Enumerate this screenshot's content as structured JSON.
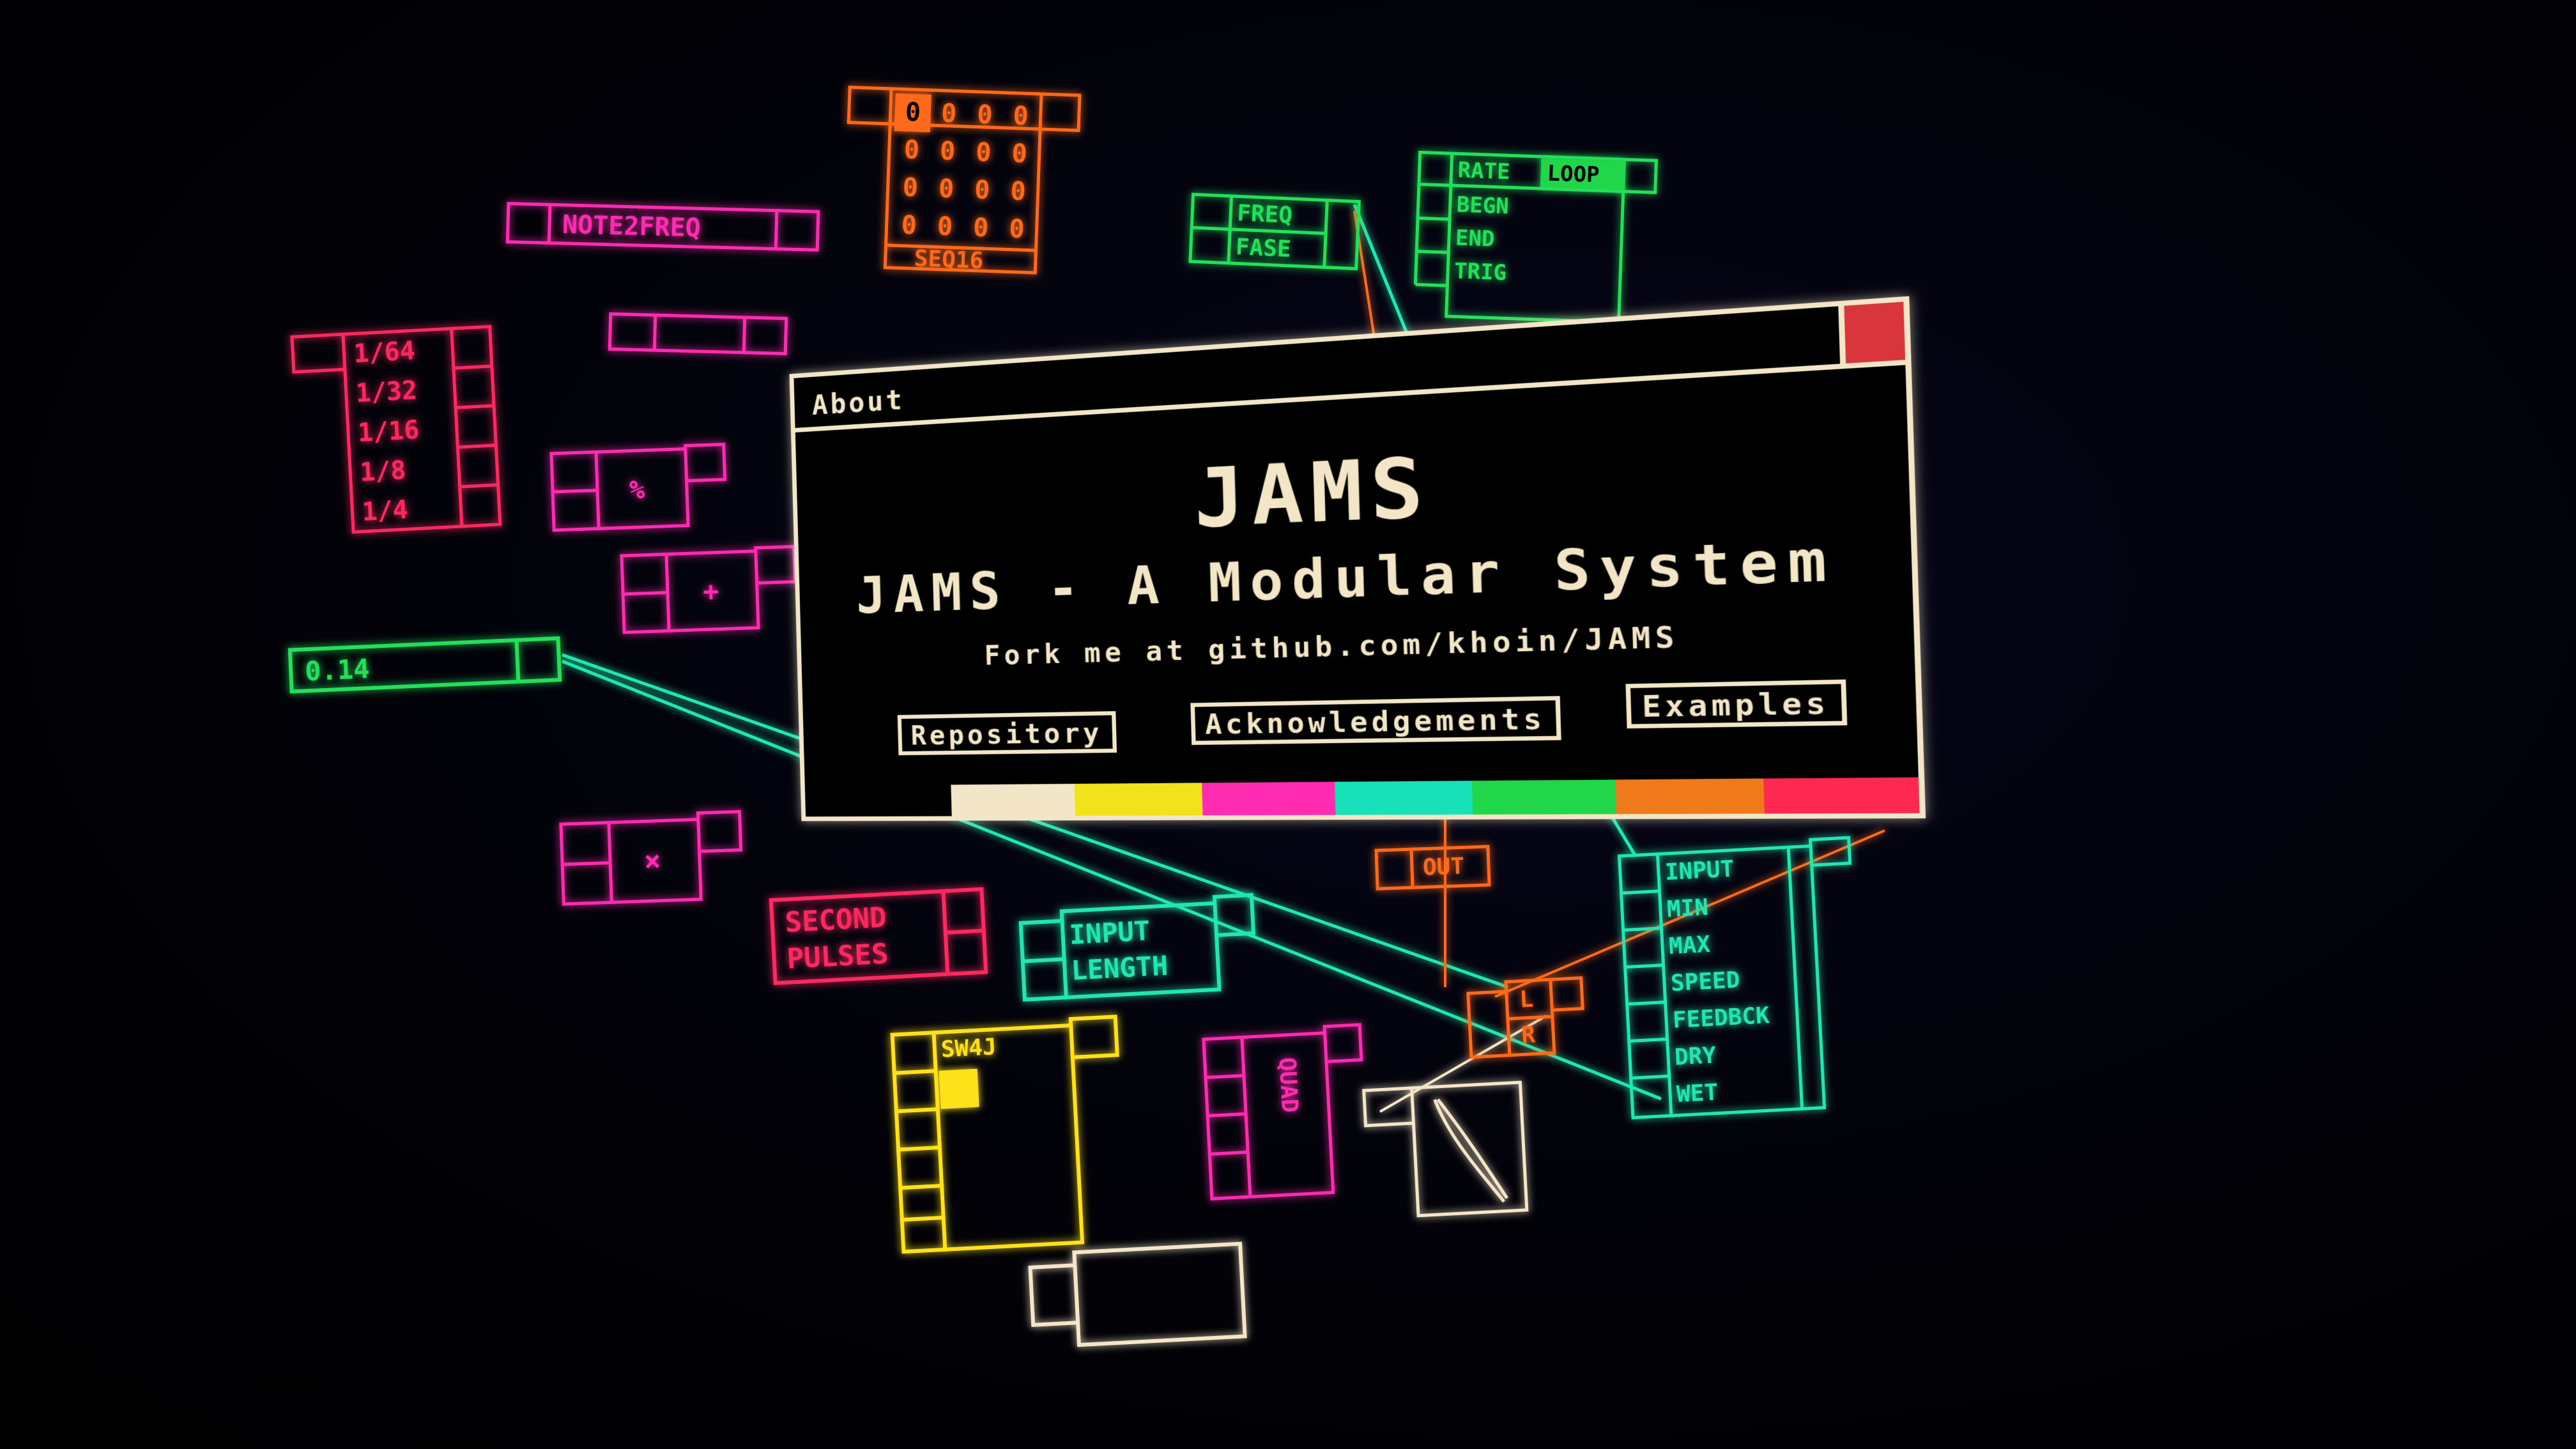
{
  "about_dialog": {
    "title": "About",
    "app_name": "JAMS",
    "subtitle": "JAMS - A Modular System",
    "fork_text": "Fork me at github.com/khoin/JAMS",
    "buttons": [
      "Repository",
      "Acknowledgements",
      "Examples"
    ],
    "stripe_colors": [
      "#f3e6c6",
      "#f2e21c",
      "#ff2bb0",
      "#18e0b8",
      "#22d64a",
      "#f07a1a",
      "#ff2850"
    ]
  },
  "modules": {
    "seq16": {
      "label": "SEQ16",
      "cells": [
        "0",
        "0",
        "0",
        "0",
        "0",
        "0",
        "0",
        "0",
        "0",
        "0",
        "0",
        "0",
        "0",
        "0",
        "0",
        "0"
      ],
      "color": "#ff6a1a"
    },
    "note2freq": {
      "label": "NOTE2FREQ",
      "color": "#ff2bb0"
    },
    "freq_fase": {
      "ports": [
        "FREQ",
        "FASE"
      ],
      "color": "#22e05a"
    },
    "sampler": {
      "ports": [
        "RATE",
        "BEGN",
        "END",
        "TRIG"
      ],
      "toggle": "LOOP",
      "color": "#22e05a"
    },
    "divider": {
      "items": [
        "1/64",
        "1/32",
        "1/16",
        "1/8",
        "1/4"
      ],
      "color": "#ff2860"
    },
    "modulo": {
      "symbol": "%",
      "color": "#ff2bb0"
    },
    "adder": {
      "symbol": "+",
      "color": "#ff2bb0"
    },
    "multiplier": {
      "symbol": "×",
      "color": "#ff2bb0"
    },
    "constant": {
      "value": "0.14",
      "color": "#22e05a"
    },
    "second_pulses": {
      "label_line1": "SECOND",
      "label_line2": "PULSES",
      "color": "#ff2860"
    },
    "input_length": {
      "label_line1": "INPUT",
      "label_line2": "LENGTH",
      "color": "#20e6b0"
    },
    "out": {
      "label": "OUT",
      "color": "#ff6a1a"
    },
    "lr": {
      "left": "L",
      "right": "R",
      "color": "#ff6a1a"
    },
    "delay": {
      "ports": [
        "INPUT",
        "MIN",
        "MAX",
        "SPEED",
        "FEEDBCK",
        "DRY",
        "WET"
      ],
      "color": "#20e6b0"
    },
    "sw4j": {
      "label": "SW4J",
      "color": "#ffe11a"
    },
    "quad": {
      "label": "QUAD",
      "color": "#ff2bb0"
    },
    "scope": {
      "color": "#f5e6c8"
    }
  }
}
